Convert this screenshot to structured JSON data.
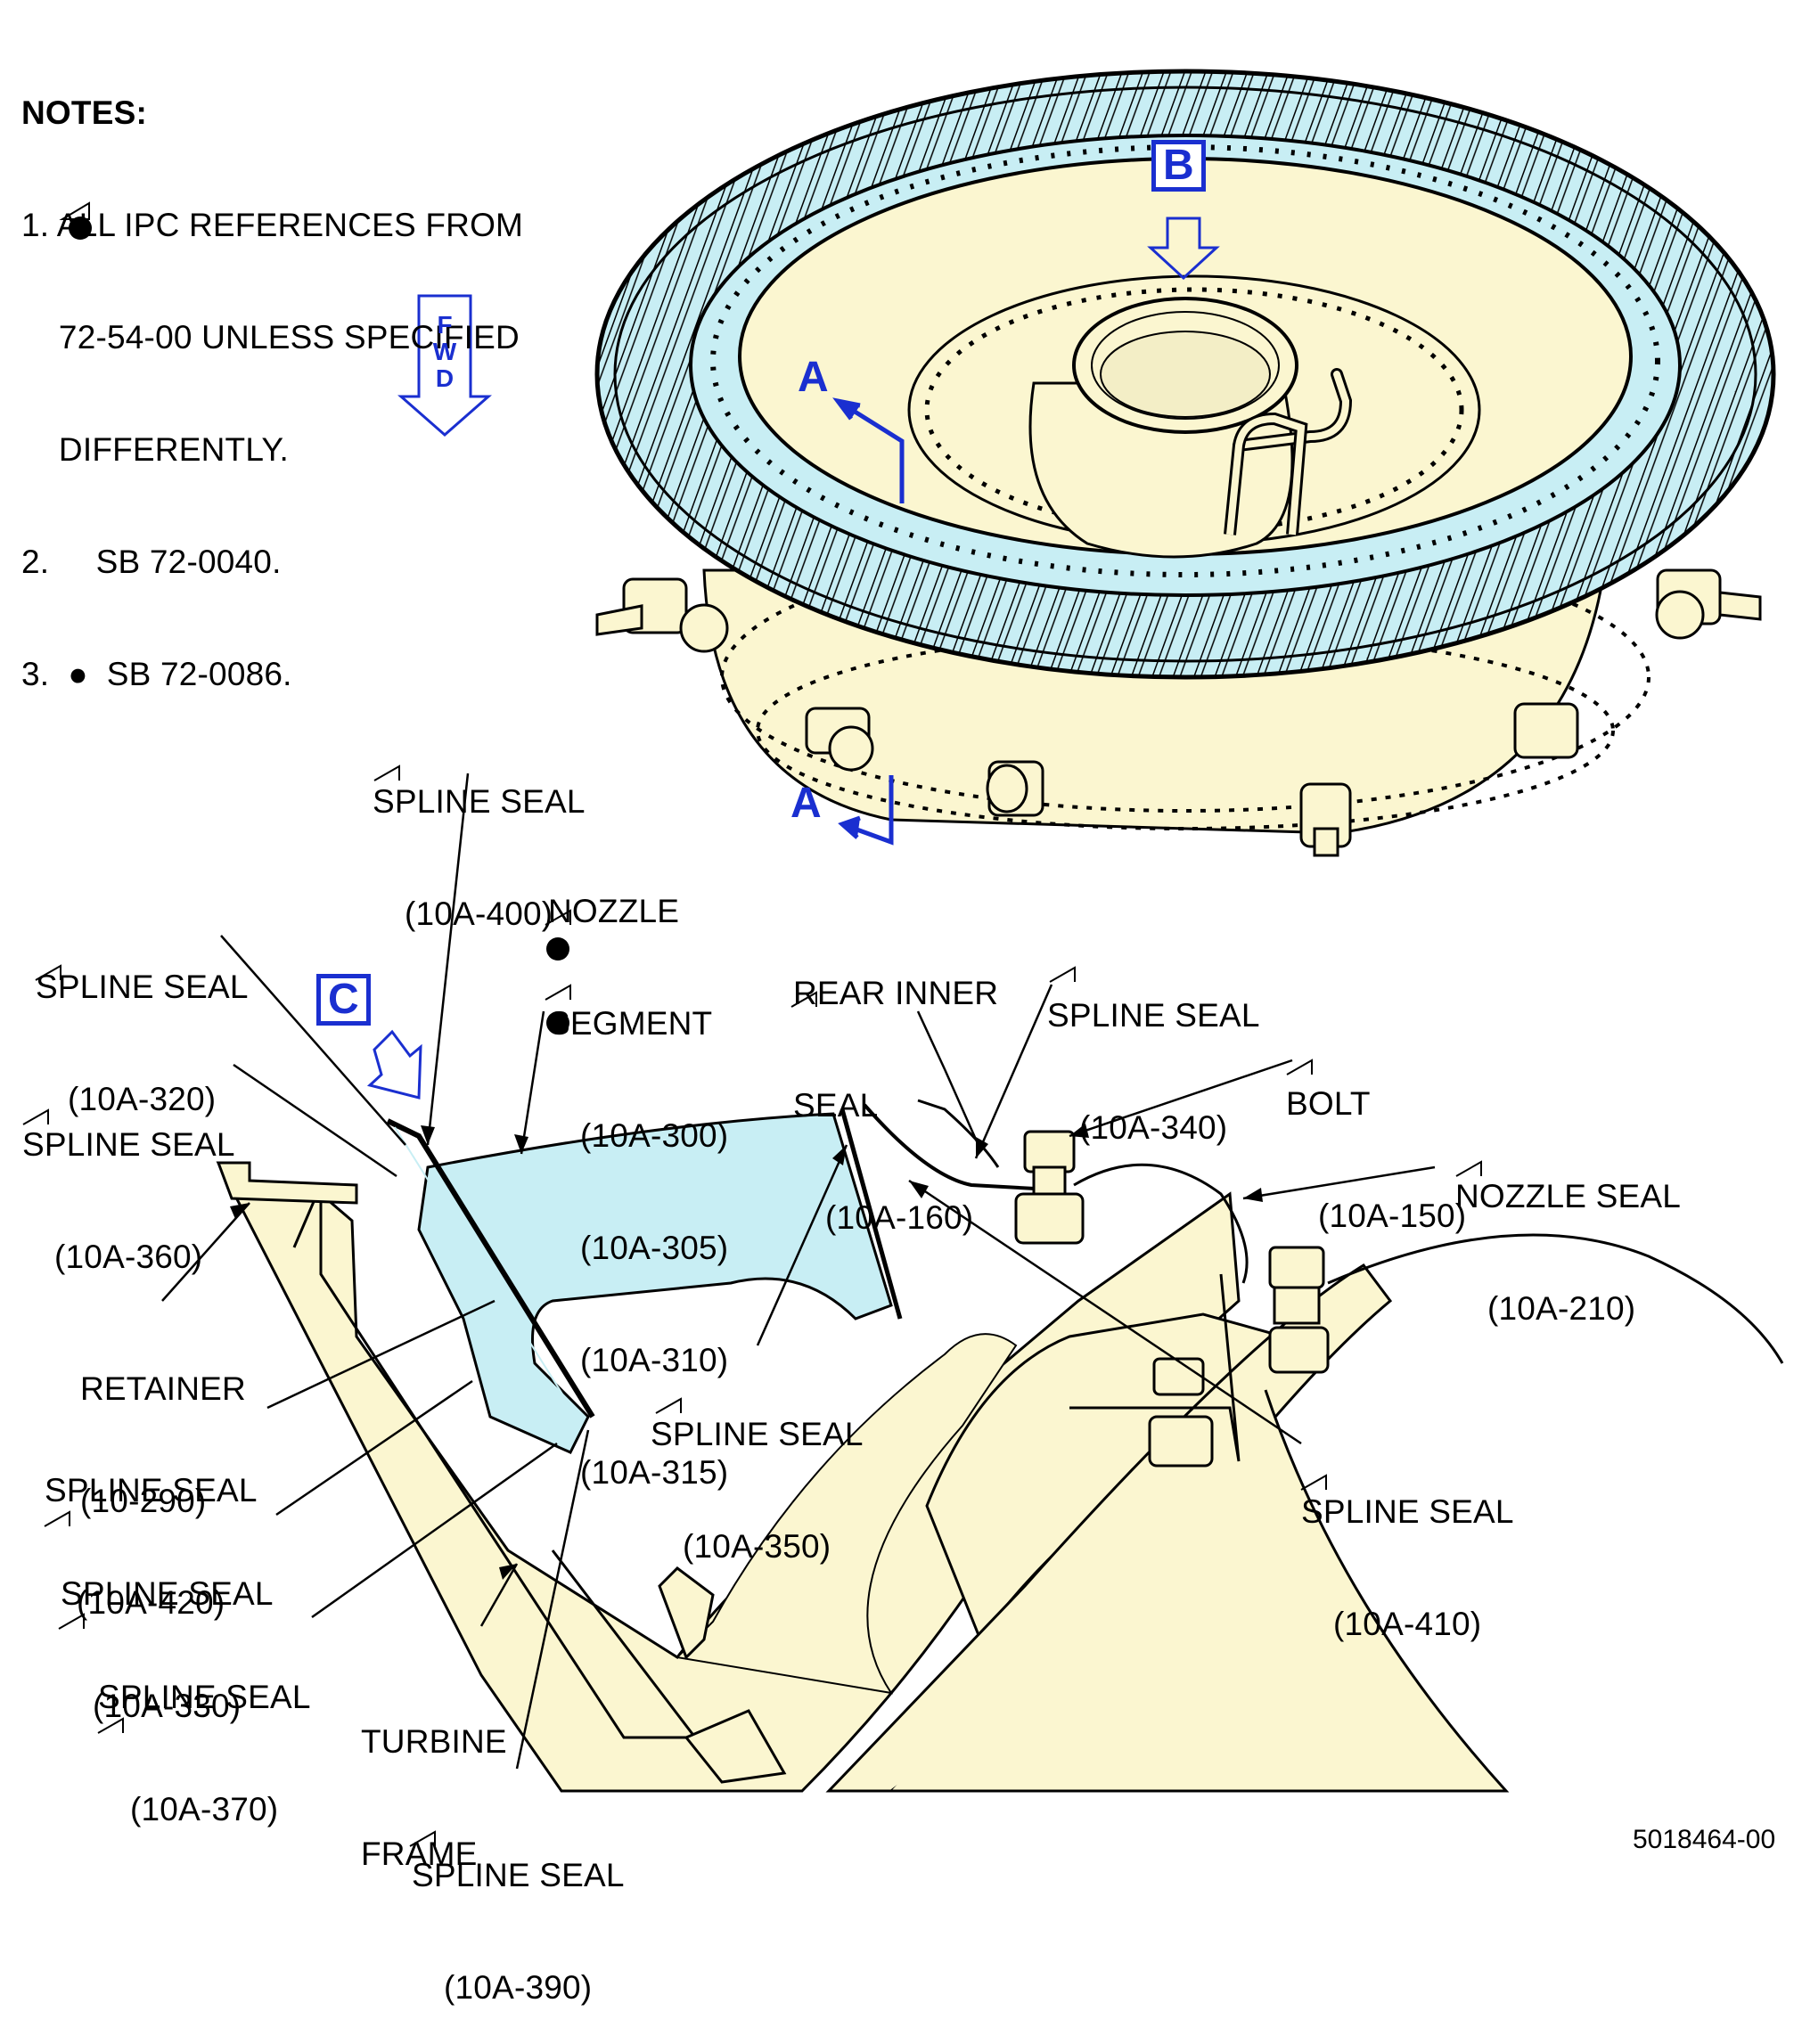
{
  "notes": {
    "title": "NOTES:",
    "items": [
      "1. ALL IPC REFERENCES FROM",
      "    72-54-00 UNLESS SPECIFIED",
      "    DIFFERENTLY.",
      "2.     SB 72-0040.",
      "3.  ●  SB 72-0086."
    ]
  },
  "fwd": {
    "l1": "F",
    "l2": "W",
    "l3": "D"
  },
  "views": {
    "a_top": "A",
    "a_bottom": "A",
    "b": "B",
    "c": "C"
  },
  "labels": {
    "spline_400": {
      "l1": "SPLINE SEAL",
      "l2": "(10A-400)"
    },
    "nozzle_seg": {
      "l1": "NOZZLE",
      "l2": "SEGMENT",
      "l3": "(10A-300)",
      "l4": "(10A-305)",
      "l5": "(10A-310)",
      "l6": "(10A-315)"
    },
    "spline_320": {
      "l1": "SPLINE SEAL",
      "l2": "(10A-320)"
    },
    "rear_inner": {
      "l1": "REAR INNER",
      "l2": "SEAL",
      "l3": "(10A-160)"
    },
    "spline_340": {
      "l1": "SPLINE SEAL",
      "l2": "(10A-340)"
    },
    "bolt": {
      "l1": "BOLT",
      "l2": "(10A-150)"
    },
    "spline_360": {
      "l1": "SPLINE SEAL",
      "l2": "(10A-360)"
    },
    "nozzle_seal": {
      "l1": "NOZZLE SEAL",
      "l2": "(10A-210)"
    },
    "retainer": {
      "l1": "RETAINER",
      "l2": "(10-290)"
    },
    "spline_350": {
      "l1": "SPLINE SEAL",
      "l2": "(10A-350)"
    },
    "spline_420": {
      "l1": "SPLINE SEAL",
      "l2": "(10A-420)"
    },
    "spline_410": {
      "l1": "SPLINE SEAL",
      "l2": "(10A-410)"
    },
    "spline_330": {
      "l1": "SPLINE SEAL",
      "l2": "(10A-330)"
    },
    "spline_370": {
      "l1": "SPLINE SEAL",
      "l2": "(10A-370)"
    },
    "turbine": {
      "l1": "TURBINE",
      "l2": "FRAME"
    },
    "spline_390": {
      "l1": "SPLINE SEAL",
      "l2": "(10A-390)"
    }
  },
  "drawing_number": "5018464-00",
  "colors": {
    "part_fill": "#fbf6d0",
    "nozzle_fill": "#c8eef4",
    "callout_blue": "#1a2fd0",
    "line": "#000000"
  }
}
